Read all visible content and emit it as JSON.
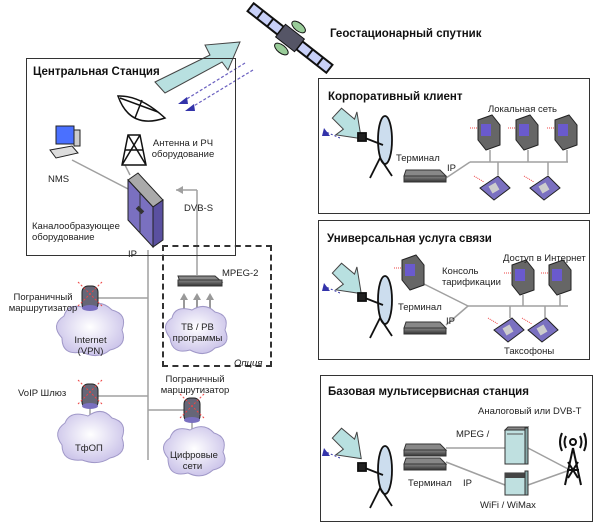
{
  "satellite": {
    "label": "Геостационарный спутник"
  },
  "central_station": {
    "title": "Центральная Станция",
    "antenna_label": "Антенна и РЧ оборудование",
    "nms_label": "NMS",
    "channel_equipment_label": "Каналообразующее оборудование",
    "dvbs_label": "DVB-S",
    "ip_label": "IP"
  },
  "option_block": {
    "mpeg2_label": "MPEG-2",
    "tv_radio_label": "ТВ / РВ программы",
    "option_label": "Опция"
  },
  "left_network": {
    "border_router_1_label": "Пограничный маршрутизатор",
    "internet_cloud_label": "Internet (VPN)",
    "voip_gateway_label": "VoIP Шлюз",
    "pstn_cloud_label": "ТфОП",
    "border_router_2_label": "Пограничный маршрутизатор",
    "digital_networks_label": "Цифровые сети"
  },
  "corporate_client": {
    "title": "Корпоративный клиент",
    "lan_label": "Локальная сеть",
    "terminal_label": "Терминал",
    "ip_label": "IP"
  },
  "universal_service": {
    "title": "Универсальная услуга связи",
    "billing_console_label": "Консоль тарификации",
    "internet_access_label": "Доступ в Интернет",
    "terminal_label": "Терминал",
    "ip_label": "IP",
    "payphones_label": "Таксофоны"
  },
  "multiservice_station": {
    "title": "Базовая мультисервисная станция",
    "analog_dvbt_label": "Аналоговый или DVB-T",
    "mpeg_label": "MPEG /",
    "terminal_label": "Терминал",
    "ip_label": "IP",
    "wifi_label": "WiFi / WiMax"
  },
  "colors": {
    "arrow_fill": "#b8e0e0",
    "signal_blue": "#3333aa",
    "equipment_purple": "#7a70c0",
    "cloud_fill": "#e8e4f4",
    "line_gray": "#a0a0a0"
  }
}
